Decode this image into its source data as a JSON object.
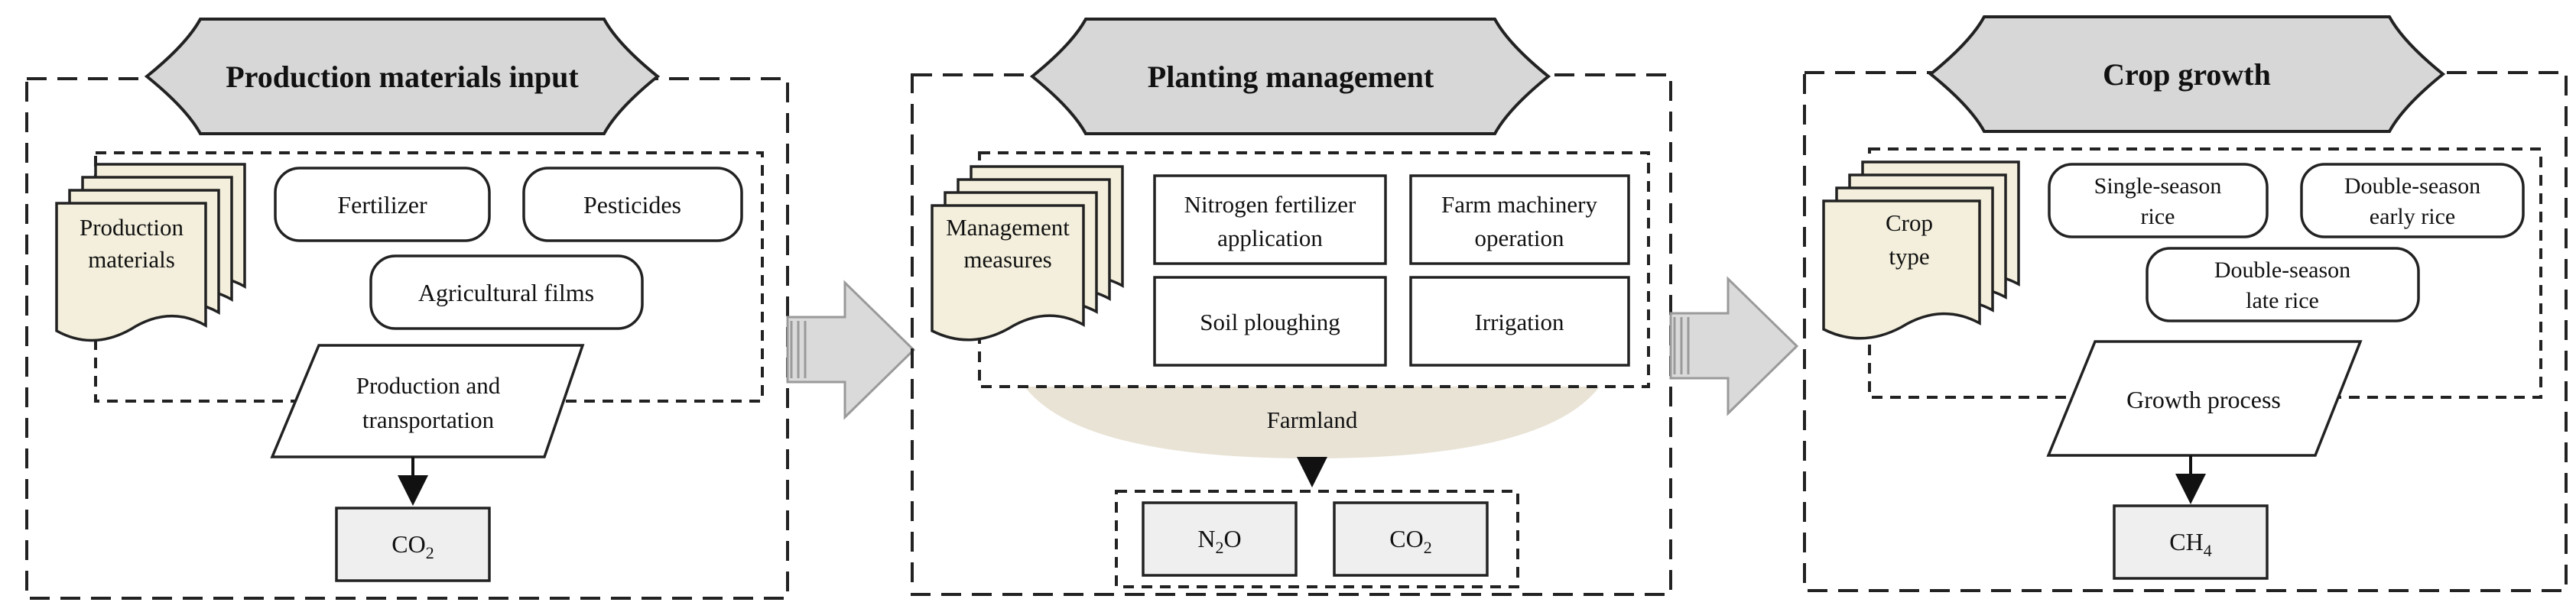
{
  "panels": [
    {
      "title": "Production materials input",
      "doc_lines": [
        "Production",
        "materials"
      ],
      "items": [
        "Fertilizer",
        "Pesticides",
        "Agricultural films"
      ],
      "process_lines": [
        "Production and",
        "transportation"
      ],
      "emissions": [
        {
          "base": "CO",
          "sub": "2",
          "tail": ""
        }
      ]
    },
    {
      "title": "Planting management",
      "doc_lines": [
        "Management",
        "measures"
      ],
      "items": [
        {
          "lines": [
            "Nitrogen fertilizer",
            "application"
          ]
        },
        {
          "lines": [
            "Farm machinery",
            "operation"
          ]
        },
        {
          "lines": [
            "Soil ploughing"
          ]
        },
        {
          "lines": [
            "Irrigation"
          ]
        }
      ],
      "base_label": "Farmland",
      "emissions": [
        {
          "base": "N",
          "sub": "2",
          "tail": "O"
        },
        {
          "base": "CO",
          "sub": "2",
          "tail": ""
        }
      ]
    },
    {
      "title": "Crop growth",
      "doc_lines": [
        "Crop",
        "type"
      ],
      "items": [
        {
          "lines": [
            "Single-season",
            "rice"
          ]
        },
        {
          "lines": [
            "Double-season",
            "early rice"
          ]
        },
        {
          "lines": [
            "Double-season",
            "late rice"
          ]
        }
      ],
      "process_lines": [
        "Growth process"
      ],
      "emissions": [
        {
          "base": "CH",
          "sub": "4",
          "tail": ""
        }
      ]
    }
  ],
  "colors": {
    "title_fill": "#d7d7d7",
    "document_fill": "#f3efdc",
    "farmland_fill": "#e9e3d6",
    "flow_arrow_fill": "#dadada",
    "emission_fill": "#efefef"
  }
}
